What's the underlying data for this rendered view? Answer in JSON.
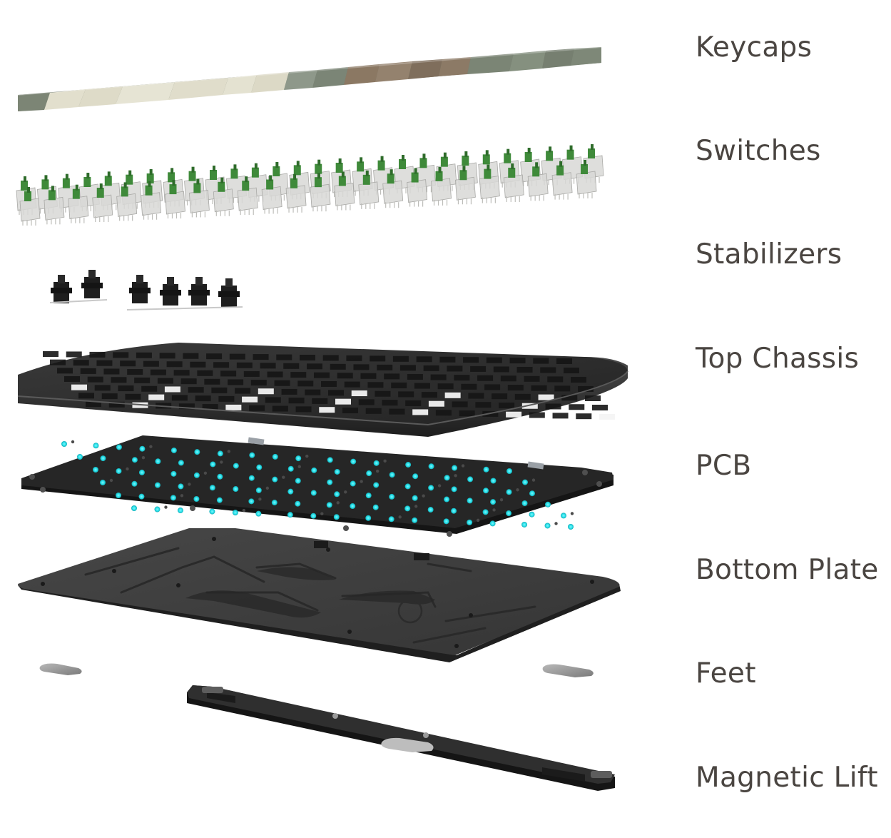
{
  "layers": [
    {
      "label": "Keycaps"
    },
    {
      "label": "Switches"
    },
    {
      "label": "Stabilizers"
    },
    {
      "label": "Top Chassis"
    },
    {
      "label": "PCB"
    },
    {
      "label": "Bottom Plate"
    },
    {
      "label": "Feet"
    },
    {
      "label": "Magnetic Lift"
    }
  ],
  "colors": {
    "label_text": "#4a4541",
    "keycap_green": "#7a8474",
    "keycap_cream": "#e4e2d2",
    "keycap_brown": "#8d7a66",
    "switch_stem_green": "#3f8a3a",
    "switch_housing": "#d8d8d6",
    "chassis_dark": "#2e2e2e",
    "pcb_black": "#262626",
    "pcb_led_cyan": "#27e0ea",
    "plate_grey": "#3d3d3d",
    "feet_grey": "#9a9a9a"
  }
}
